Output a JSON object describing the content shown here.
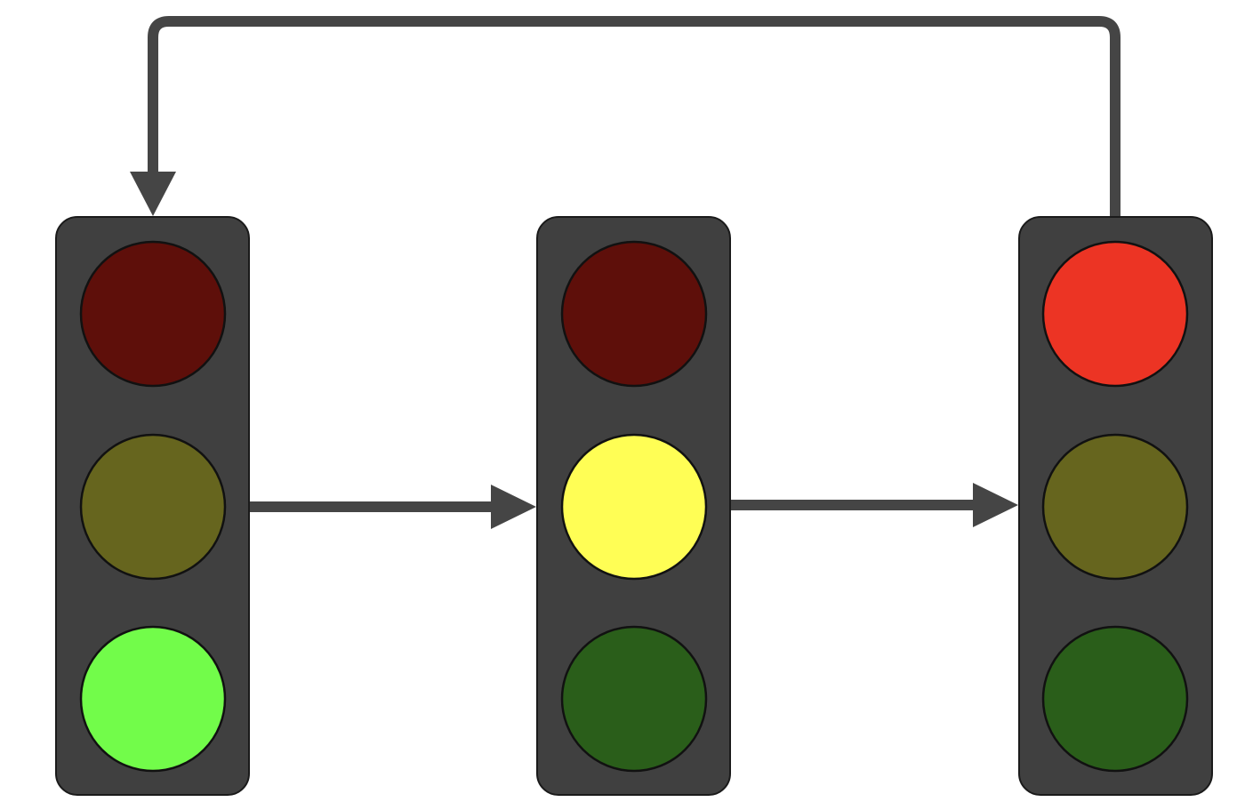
{
  "diagram": {
    "type": "traffic-light-state-cycle",
    "colors": {
      "background": "#ffffff",
      "housing": "#404040",
      "housing_outline": "#1a1a1a",
      "arrow": "#454545",
      "lamp_outline": "#111111"
    },
    "lights": [
      {
        "id": "light-1",
        "active": "green",
        "lamps": [
          {
            "name": "red",
            "state": "off",
            "color": "#5e0f0a"
          },
          {
            "name": "yellow",
            "state": "off",
            "color": "#66651e"
          },
          {
            "name": "green",
            "state": "on",
            "color": "#72fc4a"
          }
        ]
      },
      {
        "id": "light-2",
        "active": "yellow",
        "lamps": [
          {
            "name": "red",
            "state": "off",
            "color": "#5e0f0a"
          },
          {
            "name": "yellow",
            "state": "on",
            "color": "#fffe55"
          },
          {
            "name": "green",
            "state": "off",
            "color": "#2a5e1a"
          }
        ]
      },
      {
        "id": "light-3",
        "active": "red",
        "lamps": [
          {
            "name": "red",
            "state": "on",
            "color": "#ec3424"
          },
          {
            "name": "yellow",
            "state": "off",
            "color": "#66651e"
          },
          {
            "name": "green",
            "state": "off",
            "color": "#2a5e1a"
          }
        ]
      }
    ],
    "transitions": [
      {
        "from": "light-1",
        "to": "light-2"
      },
      {
        "from": "light-2",
        "to": "light-3"
      },
      {
        "from": "light-3",
        "to": "light-1"
      }
    ]
  }
}
